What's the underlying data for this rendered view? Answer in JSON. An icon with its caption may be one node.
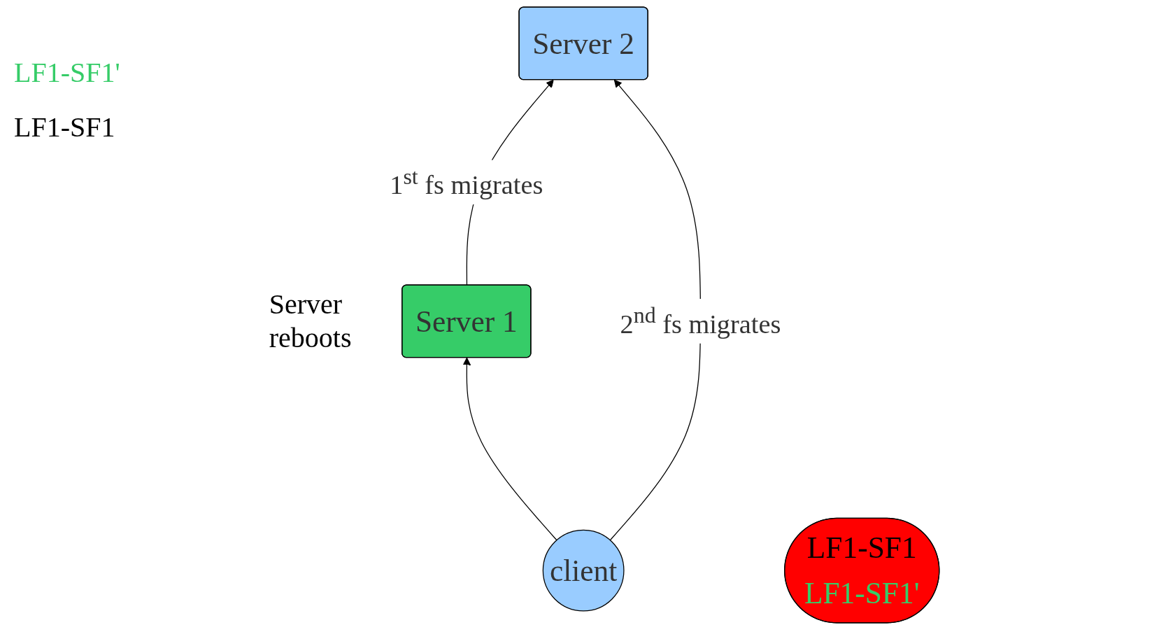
{
  "diagram": {
    "nodes": [
      {
        "text": [
          "Server 1"
        ],
        "beside": [
          "Server reboots"
        ]
      },
      {
        "text": [
          "Server 2"
        ]
      },
      {
        "text": [
          "client"
        ]
      },
      {
        "text": [
          "LF1-SF1",
          "LF1-SF1'"
        ]
      }
    ],
    "edges": [
      {
        "from": 0,
        "to": 1,
        "arrow": "to",
        "label": "1$^{st}$  fs migrates"
      },
      {
        "from": 2,
        "to": 0,
        "arrow": "to"
      },
      {
        "from": 2,
        "to": 1,
        "arrow": "to",
        "label": "2$^{nd}$ fs migrates"
      }
    ],
    "labels": [
      "LF1-SF1'",
      "LF1-SF1"
    ]
  }
}
